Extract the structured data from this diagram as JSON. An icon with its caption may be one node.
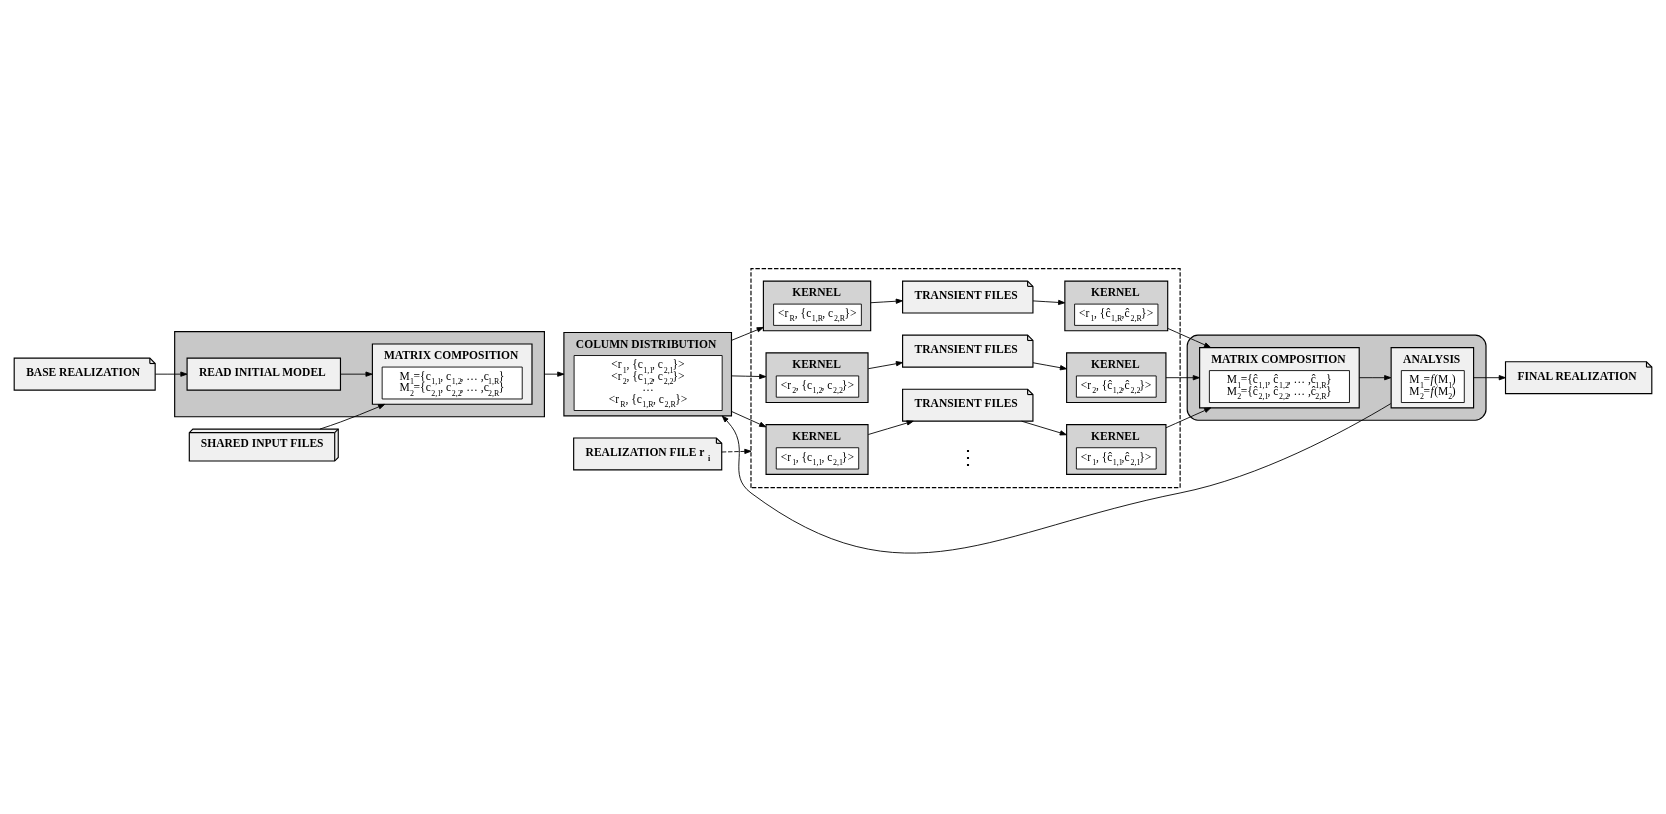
{
  "diagram": {
    "nodes": [
      {
        "text": [
          "BASE REALIZATION"
        ]
      },
      {
        "text": [
          "SHARED INPUT FILES"
        ]
      },
      {
        "text": [],
        "shape": "box"
      },
      {
        "text": [
          "READ INITIAL MODEL"
        ],
        "in": 2
      },
      {
        "text": [
          "MATRIX COMPOSITION",
          "M$_{1}$={c$_{1,1}$, c$_{1,2}$, … ,c$_{1,R}$} M$_{2}$={c$_{2,1}$, c$_{2,2}$, … ,c$_{2,R}$}"
        ],
        "in": 2
      },
      {
        "text": [
          "COLUMN DISTRIBUTION",
          "<r$_{1}$, {c$_{1,1}$, c$_{2,1}$}> <r$_{2}$, {c$_{1,2}$, c$_{2,2}$}> … <r$_{R}$, {c$_{1,R}$, c$_{2,R}$}>"
        ]
      },
      {
        "text": [
          "REALIZATION FILE r$_{i}$"
        ]
      },
      {
        "text": [],
        "shape": "box"
      },
      {
        "text": [
          "KERNEL",
          "<r$_{1}$, {c$_{1,1}$, c$_{2,1}$}>"
        ],
        "in": 7
      },
      {
        "text": [
          "TRANSIENT FILES"
        ],
        "in": 7
      },
      {
        "text": [
          "KERNEL",
          "<r$_{1}$, {ĉ$_{1,1}$,ĉ$_{2,1}$}>"
        ],
        "in": 7
      },
      {
        "text": [
          "KERNEL",
          "<r$_{2}$, {c$_{1,2}$, c$_{2,2}$}>"
        ],
        "in": 7
      },
      {
        "text": [
          "TRANSIENT FILES"
        ],
        "in": 7
      },
      {
        "text": [
          "KERNEL",
          "<r$_{2}$, {ĉ$_{1,2}$,ĉ$_{2,2}$}>"
        ],
        "in": 7
      },
      {
        "text": [
          "KERNEL",
          "<r$_{R}$, {c$_{1,R}$, c$_{2,R}$}>"
        ],
        "in": 7
      },
      {
        "text": [
          "TRANSIENT FILES"
        ],
        "in": 7
      },
      {
        "text": [
          "KERNEL",
          "<r$_{1}$, {ĉ$_{1,R}$,ĉ$_{2,R}$}>"
        ],
        "in": 7
      },
      {
        "text": [],
        "shape": "trapezoid"
      },
      {
        "text": [
          "MATRIX COMPOSITION",
          "M$_{1}$={ĉ$_{1,1}$, ĉ$_{1,2}$, … ,ĉ$_{1,R}$} M$_{2}$={ĉ$_{2,1}$, ĉ$_{2,2}$, … ,ĉ$_{2,R}$}"
        ],
        "in": 17
      },
      {
        "text": [
          "ANALYSIS",
          "M$_{1}$=*f*(M$_{1}$) M$_{2}$=*f*(M$_{2}$)"
        ],
        "in": 17
      },
      {
        "text": [
          "FINAL REALIZATION"
        ]
      }
    ],
    "edges": [
      {
        "from": 0,
        "to": 3,
        "arrow": "to"
      },
      {
        "from": 1,
        "to": 4,
        "arrow": "to"
      },
      {
        "from": 3,
        "to": 4,
        "arrow": "to"
      },
      {
        "from": 2,
        "to": 5,
        "arrow": "to"
      },
      {
        "from": 6,
        "to": 7,
        "arrow": "to",
        "style": "dashed"
      },
      {
        "from": 5,
        "to": 8,
        "arrow": "to"
      },
      {
        "from": 5,
        "to": 11,
        "arrow": "to"
      },
      {
        "from": 5,
        "to": 14,
        "arrow": "to"
      },
      {
        "from": 8,
        "to": 9,
        "arrow": "to"
      },
      {
        "from": 9,
        "to": 10,
        "arrow": "to"
      },
      {
        "from": 11,
        "to": 12,
        "arrow": "to"
      },
      {
        "from": 12,
        "to": 13,
        "arrow": "to"
      },
      {
        "from": 14,
        "to": 15,
        "arrow": "to"
      },
      {
        "from": 15,
        "to": 16,
        "arrow": "to"
      },
      {
        "from": 10,
        "to": 18,
        "arrow": "to"
      },
      {
        "from": 13,
        "to": 18,
        "arrow": "to"
      },
      {
        "from": 16,
        "to": 18,
        "arrow": "to"
      },
      {
        "from": 18,
        "to": 19,
        "arrow": "to"
      },
      {
        "from": 19,
        "to": 5,
        "arrow": "to"
      },
      {
        "from": 19,
        "to": 20,
        "arrow": "to"
      }
    ],
    "labels": [
      "⋮"
    ]
  }
}
